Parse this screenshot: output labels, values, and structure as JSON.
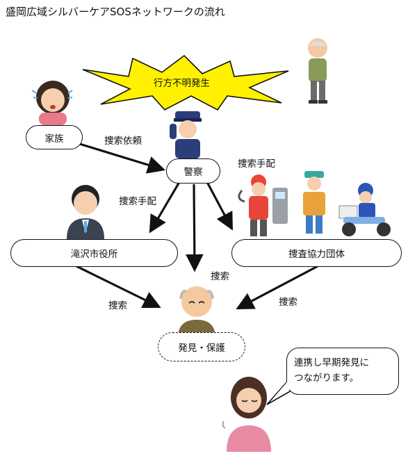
{
  "title": "盛岡広域シルバーケアSOSネットワークの流れ",
  "burst_text": "行方不明発生",
  "nodes": {
    "family": "家族",
    "police": "警察",
    "city_office": "滝沢市役所",
    "cooperating_orgs": "捜査協力団体",
    "found": "発見・保護"
  },
  "edge_labels": {
    "search_request": "捜索依頼",
    "search_notice_city": "捜索手配",
    "search_notice_orgs": "捜索手配",
    "search_center": "捜索",
    "search_left": "捜索",
    "search_right": "捜索"
  },
  "speech_bubble": {
    "line1": "連携し早期発見に",
    "line2": "つながります。"
  },
  "colors": {
    "burst": "#fff100",
    "line": "#111111",
    "uniform": "#2c3e7a",
    "shop": "#e8463a"
  }
}
